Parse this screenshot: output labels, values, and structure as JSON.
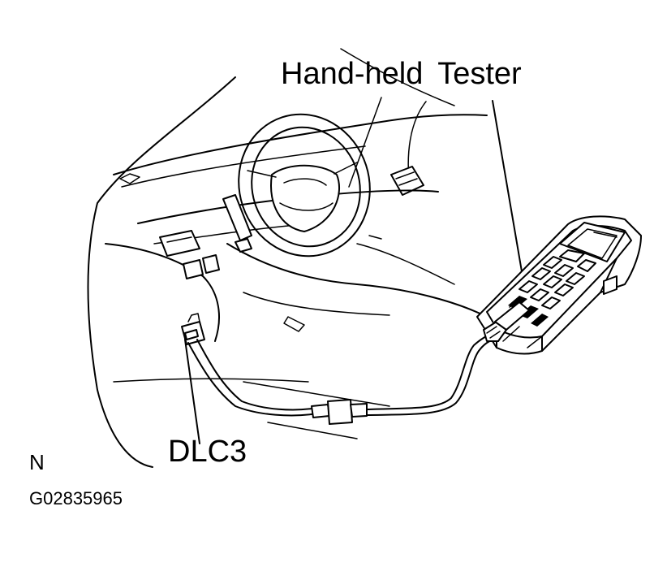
{
  "figure": {
    "labels": {
      "tester": "Hand-held  Tester",
      "connector": "DLC3",
      "view_mark": "N",
      "figure_code": "G02835965"
    },
    "colors": {
      "line": "#000000",
      "background": "#ffffff"
    }
  }
}
